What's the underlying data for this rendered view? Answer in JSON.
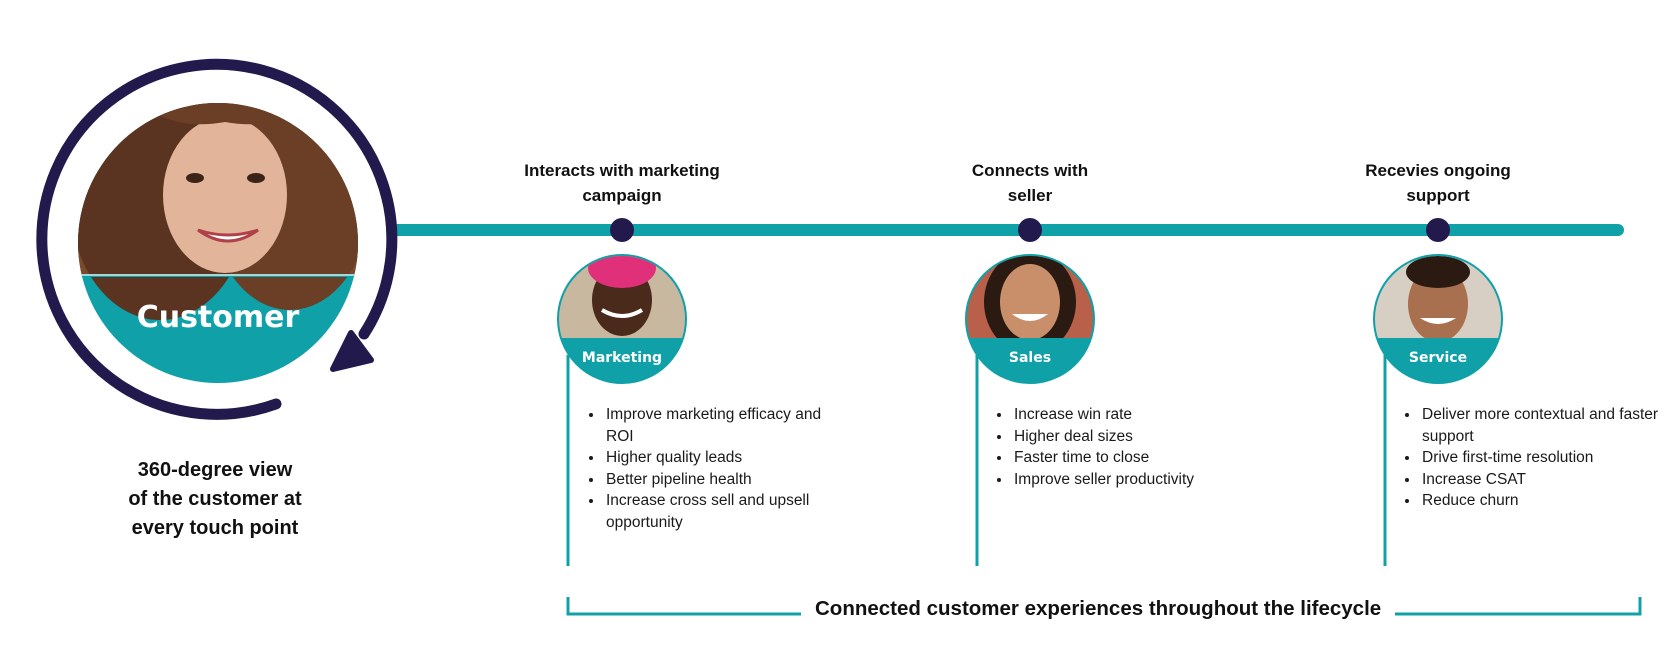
{
  "colors": {
    "teal": "#0FA0A8",
    "navy": "#221A4C",
    "text": "#111111"
  },
  "customer": {
    "label": "Customer",
    "caption_lines": [
      "360-degree view",
      "of the customer at",
      "every touch point"
    ],
    "icons": [
      "customer-photo-icon",
      "cycle-arrow-icon"
    ]
  },
  "stages": [
    {
      "title_lines": [
        "Interacts with marketing",
        "campaign"
      ],
      "label": "Marketing",
      "bullets": [
        "Improve marketing efficacy and ROI",
        "Higher quality leads",
        "Better pipeline health",
        "Increase cross sell and upsell opportunity"
      ]
    },
    {
      "title_lines": [
        "Connects with",
        "seller"
      ],
      "label": "Sales",
      "bullets": [
        "Increase win rate",
        "Higher deal sizes",
        "Faster time to close",
        "Improve seller productivity"
      ]
    },
    {
      "title_lines": [
        "Recevies ongoing",
        "support"
      ],
      "label": "Service",
      "bullets": [
        "Deliver more contextual and faster support",
        "Drive first-time resolution",
        "Increase CSAT",
        "Reduce churn"
      ]
    }
  ],
  "footer": {
    "caption": "Connected customer experiences throughout the lifecycle"
  }
}
